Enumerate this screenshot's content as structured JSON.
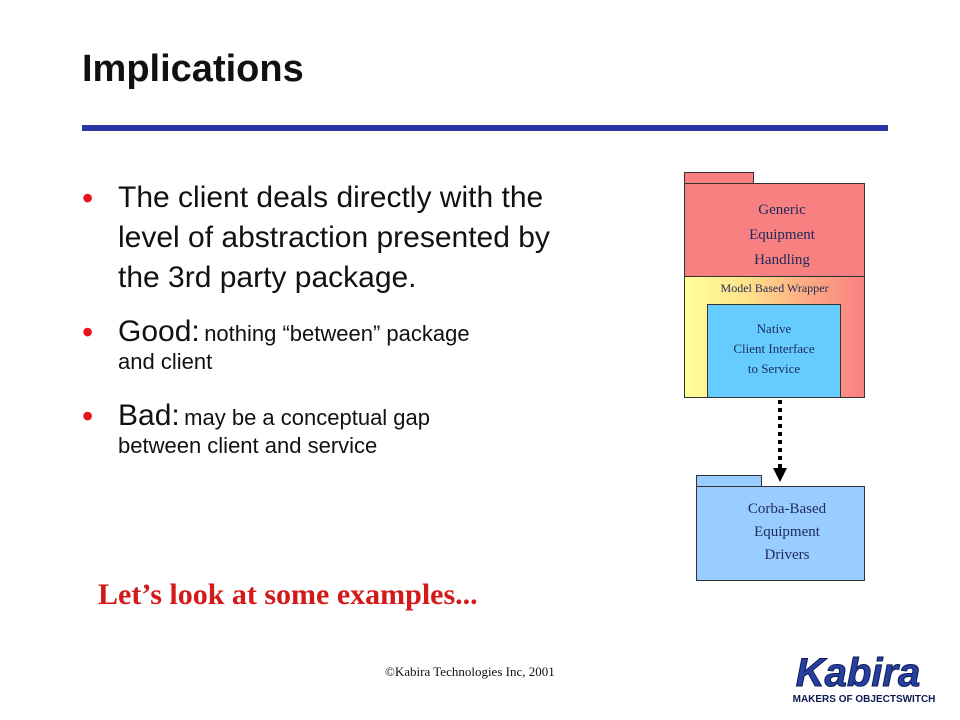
{
  "slide": {
    "title": "Implications",
    "bullets": [
      {
        "text": "The client  deals directly with the level of abstraction presented by the 3rd party package."
      },
      {
        "head": "Good:",
        "rest_inline": "nothing “between” package",
        "rest_line2": "and client"
      },
      {
        "head": "Bad:",
        "rest_inline": "may be a conceptual gap",
        "rest_line2": "between client and service"
      }
    ],
    "bullet_char": "•",
    "examples": "Let’s look at some examples...",
    "footer": "©Kabira Technologies Inc, 2001"
  },
  "diagram": {
    "generic_label_lines": [
      "Generic",
      "Equipment",
      "Handling"
    ],
    "wrapper_label": "Model Based Wrapper",
    "native_label_lines": [
      "Native",
      "Client Interface",
      "to Service"
    ],
    "corba_label_lines": [
      "Corba-Based",
      "Equipment",
      "Drivers"
    ]
  },
  "logo": {
    "name": "Kabira",
    "tagline": "MAKERS OF OBJECTSWITCH"
  },
  "colors": {
    "accent_rule": "#2e35a8",
    "bullet_dot": "#e8141d",
    "examples_text": "#d21a1a",
    "generic_fill": "#f98080",
    "wrapper_fill": "#ffff99",
    "native_fill": "#66ccff",
    "corba_fill": "#99ccff",
    "logo_blue": "#2640a0"
  }
}
